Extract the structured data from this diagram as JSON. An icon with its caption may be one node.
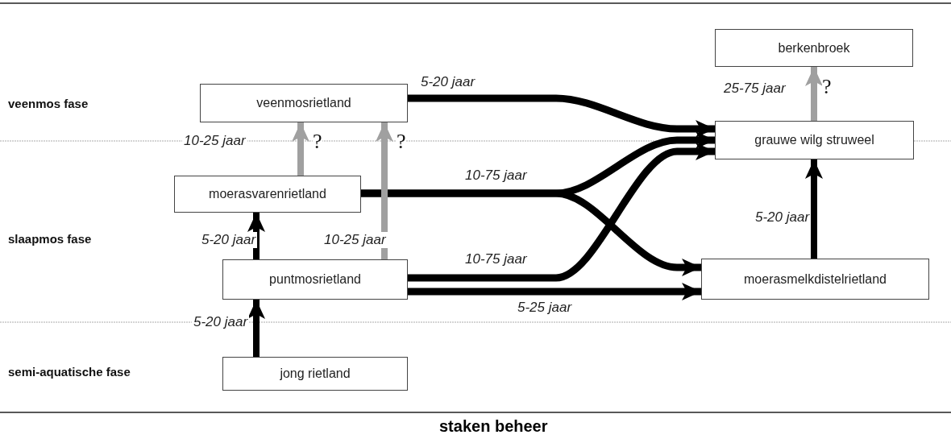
{
  "diagram": {
    "caption": "staken beheer",
    "nodes": [
      {
        "text": [
          "veenmosrietland"
        ]
      },
      {
        "text": [
          "moerasvarenrietland"
        ]
      },
      {
        "text": [
          "puntmosrietland"
        ]
      },
      {
        "text": [
          "jong rietland"
        ]
      },
      {
        "text": [
          "berkenbroek"
        ]
      },
      {
        "text": [
          "grauwe wilg struweel"
        ]
      },
      {
        "text": [
          "moerasmelkdistelrietland"
        ]
      }
    ],
    "edges": [
      {
        "from": 3,
        "to": 2,
        "arrow": "to",
        "label": "5-20 jaar"
      },
      {
        "from": 2,
        "to": 1,
        "arrow": "to",
        "label": "5-20 jaar"
      },
      {
        "from": 1,
        "to": 0,
        "arrow": "to",
        "label": "10-25 jaar",
        "color": "#a0a0a0"
      },
      {
        "from": 2,
        "to": 0,
        "arrow": "to",
        "label": "10-25 jaar",
        "color": "#a0a0a0"
      },
      {
        "from": 0,
        "to": 5,
        "arrow": "to",
        "label": "5-20 jaar"
      },
      {
        "from": 1,
        "to": 5,
        "arrow": "to",
        "label": "10-75 jaar"
      },
      {
        "from": 1,
        "to": 6,
        "arrow": "to"
      },
      {
        "from": 2,
        "to": 5,
        "arrow": "to",
        "label": "10-75 jaar"
      },
      {
        "from": 2,
        "to": 6,
        "arrow": "to",
        "label": "5-25 jaar"
      },
      {
        "from": 6,
        "to": 5,
        "arrow": "to",
        "label": "5-20 jaar"
      },
      {
        "from": 5,
        "to": 4,
        "arrow": "to",
        "label": "25-75 jaar",
        "color": "#a0a0a0"
      }
    ],
    "labels": [
      "veenmos fase",
      "?",
      "?",
      "?",
      "slaapmos fase",
      "semi-aquatische fase"
    ]
  }
}
